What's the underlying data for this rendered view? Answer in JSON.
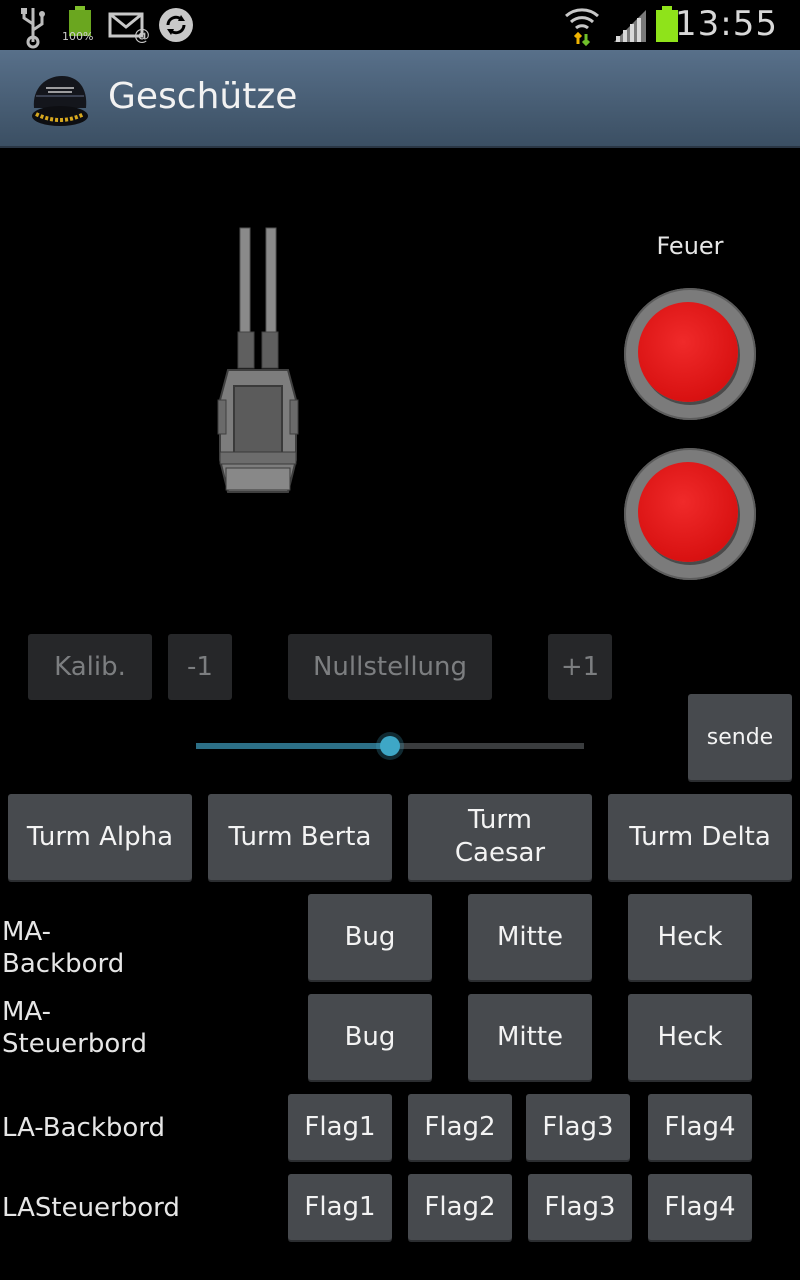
{
  "status_bar": {
    "clock": "13:55",
    "battery_small_percent": "100%",
    "icons": [
      "usb-icon",
      "battery-full-icon",
      "email-icon",
      "sync-icon",
      "wifi-data-icon",
      "signal-icon",
      "battery-charging-icon"
    ]
  },
  "action_bar": {
    "title": "Geschütze",
    "icon": "cap-logo-icon"
  },
  "turret": {
    "icon": "gun-turret-icon"
  },
  "fire": {
    "label": "Feuer",
    "buttons": [
      "fire-button-1",
      "fire-button-2"
    ],
    "color": "#e81e1e"
  },
  "calibration": {
    "kalib": "Kalib.",
    "minus": "-1",
    "zero": "Nullstellung",
    "plus": "+1",
    "send": "sende",
    "slider_value_percent": 50
  },
  "towers": {
    "alpha": "Turm Alpha",
    "berta": "Turm Berta",
    "caesar": "Turm Caesar",
    "delta": "Turm Delta"
  },
  "ma_backbord": {
    "label": "MA-\nBackbord",
    "bug": "Bug",
    "mitte": "Mitte",
    "heck": "Heck"
  },
  "ma_steuerbord": {
    "label": "MA-\nSteuerbord",
    "bug": "Bug",
    "mitte": "Mitte",
    "heck": "Heck"
  },
  "la_backbord": {
    "label": "LA-Backbord",
    "flags": [
      "Flag1",
      "Flag2",
      "Flag3",
      "Flag4"
    ]
  },
  "la_steuerbord": {
    "label": "LASteuerbord",
    "flags": [
      "Flag1",
      "Flag2",
      "Flag3",
      "Flag4"
    ]
  },
  "colors": {
    "accent": "#3ea7c6",
    "button": "#474a4e",
    "action_bar": "#4d647c"
  }
}
